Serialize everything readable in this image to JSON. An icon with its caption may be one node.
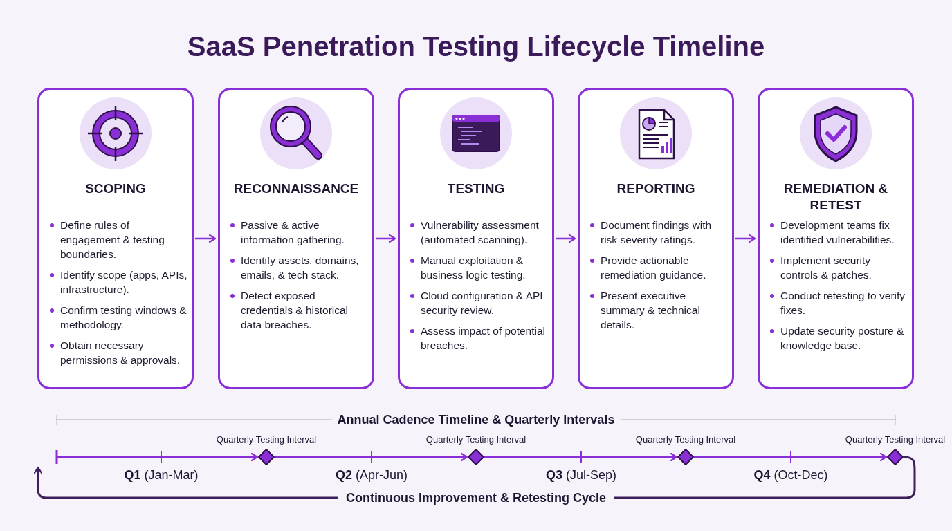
{
  "diagram": {
    "title": "SaaS Penetration Testing Lifecycle Timeline",
    "nodes": [
      {
        "text": [
          "SCOPING",
          "Define rules of engagement & testing boundaries.",
          "Identify scope (apps, APIs, infrastructure).",
          "Confirm testing windows & methodology.",
          "Obtain necessary permissions & approvals."
        ]
      },
      {
        "text": [
          "RECONNAISSANCE",
          "Passive & active information gathering.",
          "Identify assets, domains, emails, & tech stack.",
          "Detect exposed credentials & historical data breaches."
        ]
      },
      {
        "text": [
          "TESTING",
          "Vulnerability assessment (automated scanning).",
          "Manual exploitation & business logic testing.",
          "Cloud configuration & API security review.",
          "Assess impact of potential breaches."
        ]
      },
      {
        "text": [
          "REPORTING",
          "Document findings with risk severity ratings.",
          "Provide actionable remediation guidance.",
          "Present executive summary & technical details."
        ]
      },
      {
        "text": [
          "REMEDIATION & RETEST",
          "Development teams fix identified vulnerabilities.",
          "Implement security controls & patches.",
          "Conduct retesting to verify fixes.",
          "Update security posture & knowledge base."
        ]
      },
      {
        "text": [],
        "shape": "diamond",
        "beside": [
          "Quarterly Testing Interval"
        ]
      },
      {
        "text": [],
        "shape": "diamond",
        "beside": [
          "Quarterly Testing Interval"
        ]
      },
      {
        "text": [],
        "shape": "diamond",
        "beside": [
          "Quarterly Testing Interval"
        ]
      },
      {
        "text": [],
        "shape": "diamond",
        "beside": [
          "Quarterly Testing Interval"
        ]
      }
    ],
    "edges": [
      {
        "from": 0,
        "to": 1,
        "arrow": "to"
      },
      {
        "from": 1,
        "to": 2,
        "arrow": "to"
      },
      {
        "from": 2,
        "to": 3,
        "arrow": "to"
      },
      {
        "from": 3,
        "to": 4,
        "arrow": "to"
      },
      {
        "from": null,
        "to": 5,
        "arrow": "to"
      },
      {
        "from": 5,
        "to": 6,
        "arrow": "to"
      },
      {
        "from": 6,
        "to": 7,
        "arrow": "to"
      },
      {
        "from": 7,
        "to": 8,
        "arrow": "to"
      },
      {
        "from": 8,
        "to": null,
        "arrow": "to",
        "label": "Continuous Improvement & Retesting Cycle",
        "color": "#3d1f5c"
      }
    ],
    "labels": [
      "Annual Cadence Timeline & Quarterly Intervals",
      "**Q1** (Jan-Mar)",
      "**Q2** (Apr-Jun)",
      "**Q3** (Jul-Sep)",
      "**Q4** (Oct-Dec)"
    ]
  }
}
